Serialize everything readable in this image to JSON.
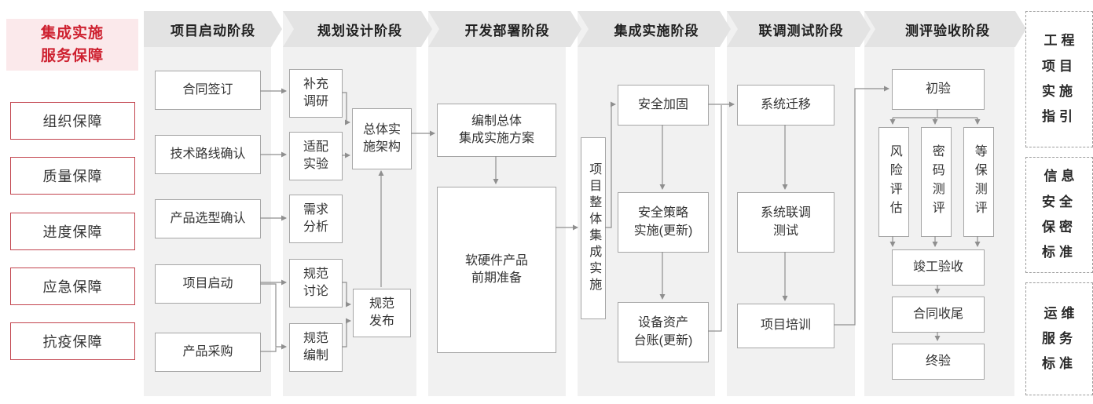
{
  "sidebar": {
    "title": "集成实施\n服务保障",
    "items": [
      "组织保障",
      "质量保障",
      "进度保障",
      "应急保障",
      "抗疫保障"
    ]
  },
  "phases": [
    "项目启动阶段",
    "规划设计阶段",
    "开发部署阶段",
    "集成实施阶段",
    "联调测试阶段",
    "测评验收阶段"
  ],
  "startup": {
    "contract": "合同签订",
    "tech_route": "技术路线确认",
    "product_selection": "产品选型确认",
    "kickoff": "项目启动",
    "procurement": "产品采购"
  },
  "planning": {
    "research": "补充\n调研",
    "adaptation": "适配\n实验",
    "requirements": "需求\n分析",
    "spec_discussion": "规范\n讨论",
    "spec_compilation": "规范\n编制",
    "architecture": "总体实\n施架构",
    "spec_release": "规范\n发布"
  },
  "development": {
    "plan": "编制总体\n集成实施方案",
    "preparation": "软硬件产品\n前期准备"
  },
  "integration": {
    "overall": "项目整体集成实施",
    "hardening": "安全加固",
    "policy": "安全策略\n实施(更新)",
    "ledger": "设备资产\n台账(更新)"
  },
  "testing": {
    "migration": "系统迁移",
    "joint_test": "系统联调\n测试",
    "training": "项目培训"
  },
  "acceptance": {
    "initial": "初验",
    "risk": "风险评估",
    "crypto": "密码测评",
    "mlps": "等保测评",
    "completion": "竣工验收",
    "closure": "合同收尾",
    "final": "终验"
  },
  "references": [
    "工程\n项目\n实施\n指引",
    "信息\n安全\n保密\n标准",
    "运维\n服务\n标准"
  ],
  "colors": {
    "accent_red": "#ce2130",
    "band_gray": "#f1f1f1",
    "header_gray": "#e3e3e3"
  }
}
